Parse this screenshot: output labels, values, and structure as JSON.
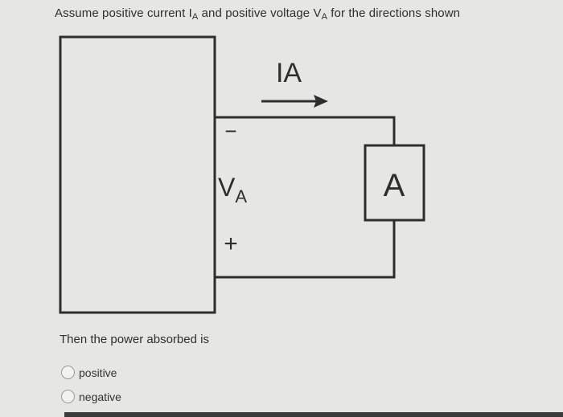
{
  "question": {
    "text_before_i": "Assume positive current I",
    "i_subscript": "A",
    "text_between": " and positive voltage V",
    "v_subscript": "A",
    "text_after": " for the directions shown"
  },
  "diagram": {
    "current_label": "IA",
    "minus_sign": "−",
    "voltage_letter": "V",
    "voltage_subscript": "A",
    "plus_sign": "+",
    "element_label": "A"
  },
  "prompt": "Then the power absorbed is",
  "options": [
    {
      "label": "positive",
      "selected": false
    },
    {
      "label": "negative",
      "selected": false
    }
  ]
}
